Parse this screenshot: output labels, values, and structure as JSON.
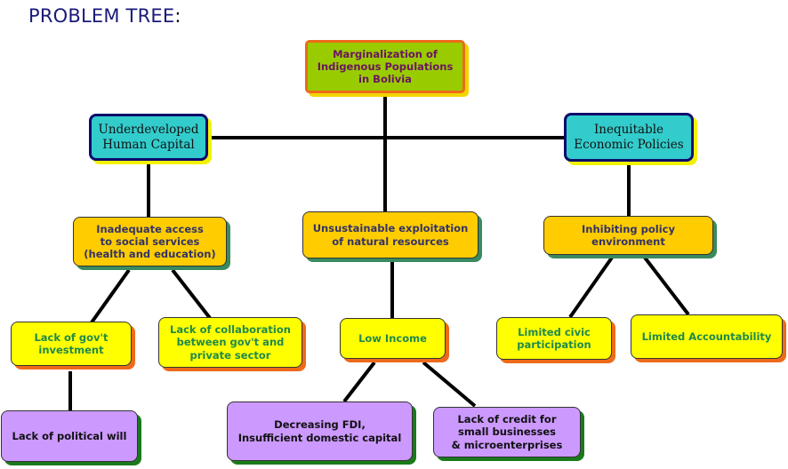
{
  "title": {
    "text": "PROBLEM TREE",
    "colon": ":"
  },
  "nodes": {
    "root": "Marginalization of\nIndigenous Populations\nin Bolivia",
    "human_capital": "Underdeveloped\nHuman Capital",
    "economic_policies": "Inequitable\nEconomic Policies",
    "social_services": "Inadequate access\nto social services\n(health and education)",
    "natural_resources": "Unsustainable exploitation\nof  natural resources",
    "policy_environment": "Inhibiting policy\nenvironment",
    "gov_investment": "Lack of gov't\ninvestment",
    "collaboration": "Lack of collaboration\nbetween gov't and\nprivate sector",
    "low_income": "Low Income",
    "civic_participation": "Limited civic\nparticipation",
    "accountability": "Limited Accountability",
    "political_will": "Lack of political will",
    "fdi": "Decreasing FDI,\nInsufficient domestic capital",
    "credit": "Lack of credit for\nsmall businesses\n& microenterprises"
  },
  "colors": {
    "title": "#1a1a7a",
    "root_fill": "#99cc00",
    "root_border": "#ee6a1a",
    "level1_fill": "#33cccc",
    "level2_fill": "#ffcc00",
    "level3_fill": "#ffff00",
    "level4_fill": "#cc99ff",
    "connector": "#000000"
  }
}
